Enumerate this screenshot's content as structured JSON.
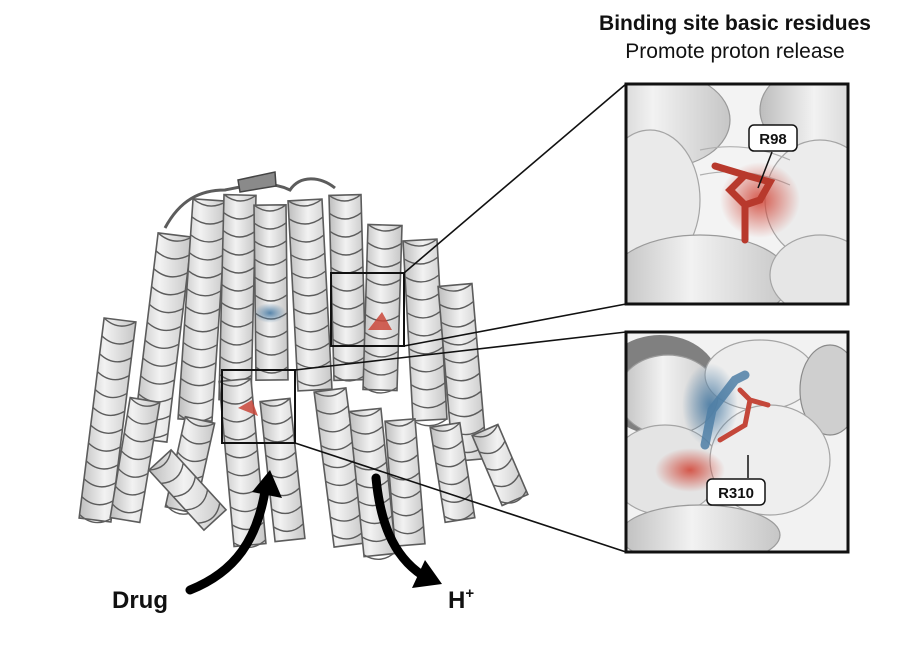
{
  "header": {
    "title": "Binding site basic residues",
    "subtitle": "Promote proton release"
  },
  "labels": {
    "drug": "Drug",
    "proton_base": "H",
    "proton_sup": "+",
    "residue_top": "R98",
    "residue_bottom": "R310"
  },
  "colors": {
    "helix_fill": "#e4e4e4",
    "helix_stroke": "#5c5c5c",
    "basic_residue": "#c9473a",
    "acidic_residue": "#4f7fa6",
    "arrow": "#000000"
  }
}
